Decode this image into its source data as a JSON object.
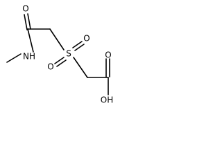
{
  "structure": {
    "atoms": [
      {
        "id": "O_amide",
        "label": "O"
      },
      {
        "id": "N_amide",
        "label": "NH"
      },
      {
        "id": "S",
        "label": "S"
      },
      {
        "id": "O_sulfonyl_top",
        "label": "O"
      },
      {
        "id": "O_sulfonyl_left",
        "label": "O"
      },
      {
        "id": "O_carbonyl_acid",
        "label": "O"
      },
      {
        "id": "OH_acid",
        "label": "OH"
      }
    ]
  },
  "colors": {
    "bond": "#000000",
    "text": "#000000",
    "background": "#ffffff"
  }
}
